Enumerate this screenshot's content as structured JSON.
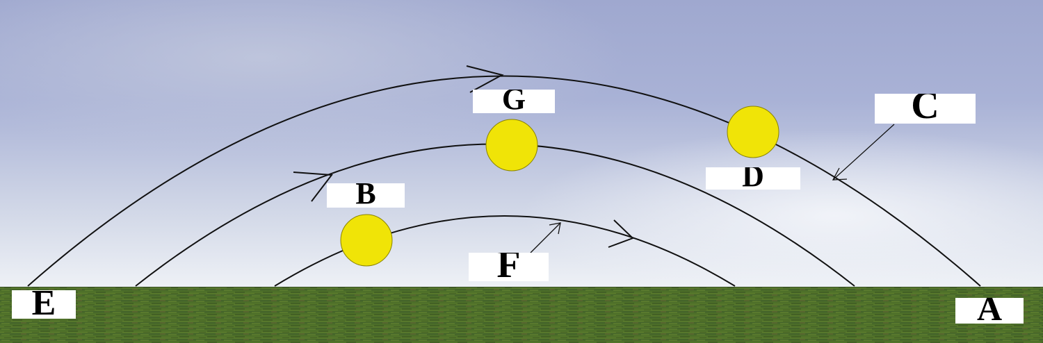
{
  "labels": {
    "g": "G",
    "c": "C",
    "d": "D",
    "b": "B",
    "f": "F",
    "e": "E",
    "a": "A"
  },
  "colors": {
    "sky_top": "#9fa8cf",
    "sky_bottom": "#eef1f6",
    "ground": "#4a6b28",
    "sun": "#f0e407",
    "sun_outline": "#8a8300",
    "path": "#111111"
  }
}
